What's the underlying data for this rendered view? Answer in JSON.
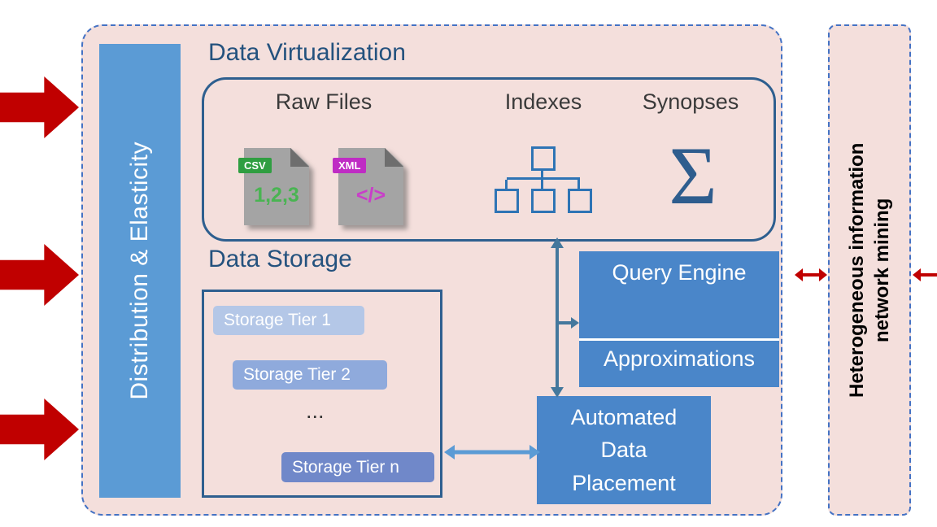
{
  "colors": {
    "panel_bg": "#f4dfdc",
    "dashed_border": "#4472c4",
    "sidebar_blue": "#5b9bd5",
    "box_blue": "#4a86c9",
    "outline_blue": "#2e5f8f",
    "title_blue": "#24527e",
    "red_arrow": "#c00000",
    "csv_green": "#2f9e41",
    "xml_magenta": "#bf2cc4"
  },
  "sidebar": {
    "label": "Distribution & Elasticity"
  },
  "virtualization": {
    "title": "Data Virtualization",
    "raw_files_label": "Raw Files",
    "csv_icon": {
      "badge": "CSV",
      "content": "1,2,3"
    },
    "xml_icon": {
      "badge": "XML",
      "content": "</>"
    },
    "indexes_label": "Indexes",
    "synopses_label": "Synopses",
    "sigma_symbol": "Σ"
  },
  "storage": {
    "title": "Data Storage",
    "tier1": "Storage Tier 1",
    "tier2": "Storage Tier 2",
    "ellipsis": "...",
    "tier_n": "Storage Tier n"
  },
  "query_engine": {
    "title": "Query Engine",
    "approximations": "Approximations"
  },
  "automated_placement": {
    "label": "Automated Data Placement",
    "lines": [
      "Automated",
      "Data",
      "Placement"
    ]
  },
  "right_panel": {
    "label": "Heterogeneous information network mining"
  }
}
